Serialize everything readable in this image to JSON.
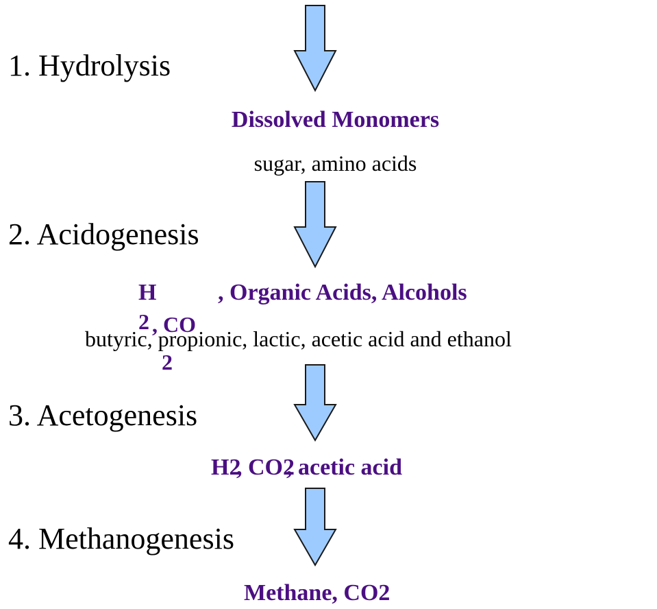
{
  "colors": {
    "arrow_fill": "#9ecbff",
    "arrow_stroke": "#1a1a1a",
    "product_text": "#4b0f82",
    "step_text": "#000000"
  },
  "steps": [
    {
      "label": "1.  Hydrolysis"
    },
    {
      "label": "2.  Acidogenesis"
    },
    {
      "label": "3.  Acetogenesis"
    },
    {
      "label": "4.  Methanogenesis"
    }
  ],
  "products": {
    "hydrolysis": {
      "title": "Dissolved Monomers",
      "examples": "sugar, amino acids"
    },
    "acidogenesis": {
      "title_h": "H",
      "title_rest": ", Organic Acids, Alcohols",
      "sub_2": "2",
      "co": ", CO",
      "sub_co2": "2",
      "examples": "butyric, propionic, lactic, acetic acid and ethanol"
    },
    "acetogenesis": {
      "part1": "H2",
      "part2": ", CO2",
      "part3": ", acetic acid"
    },
    "methanogenesis": {
      "title": "Methane, CO2"
    }
  }
}
